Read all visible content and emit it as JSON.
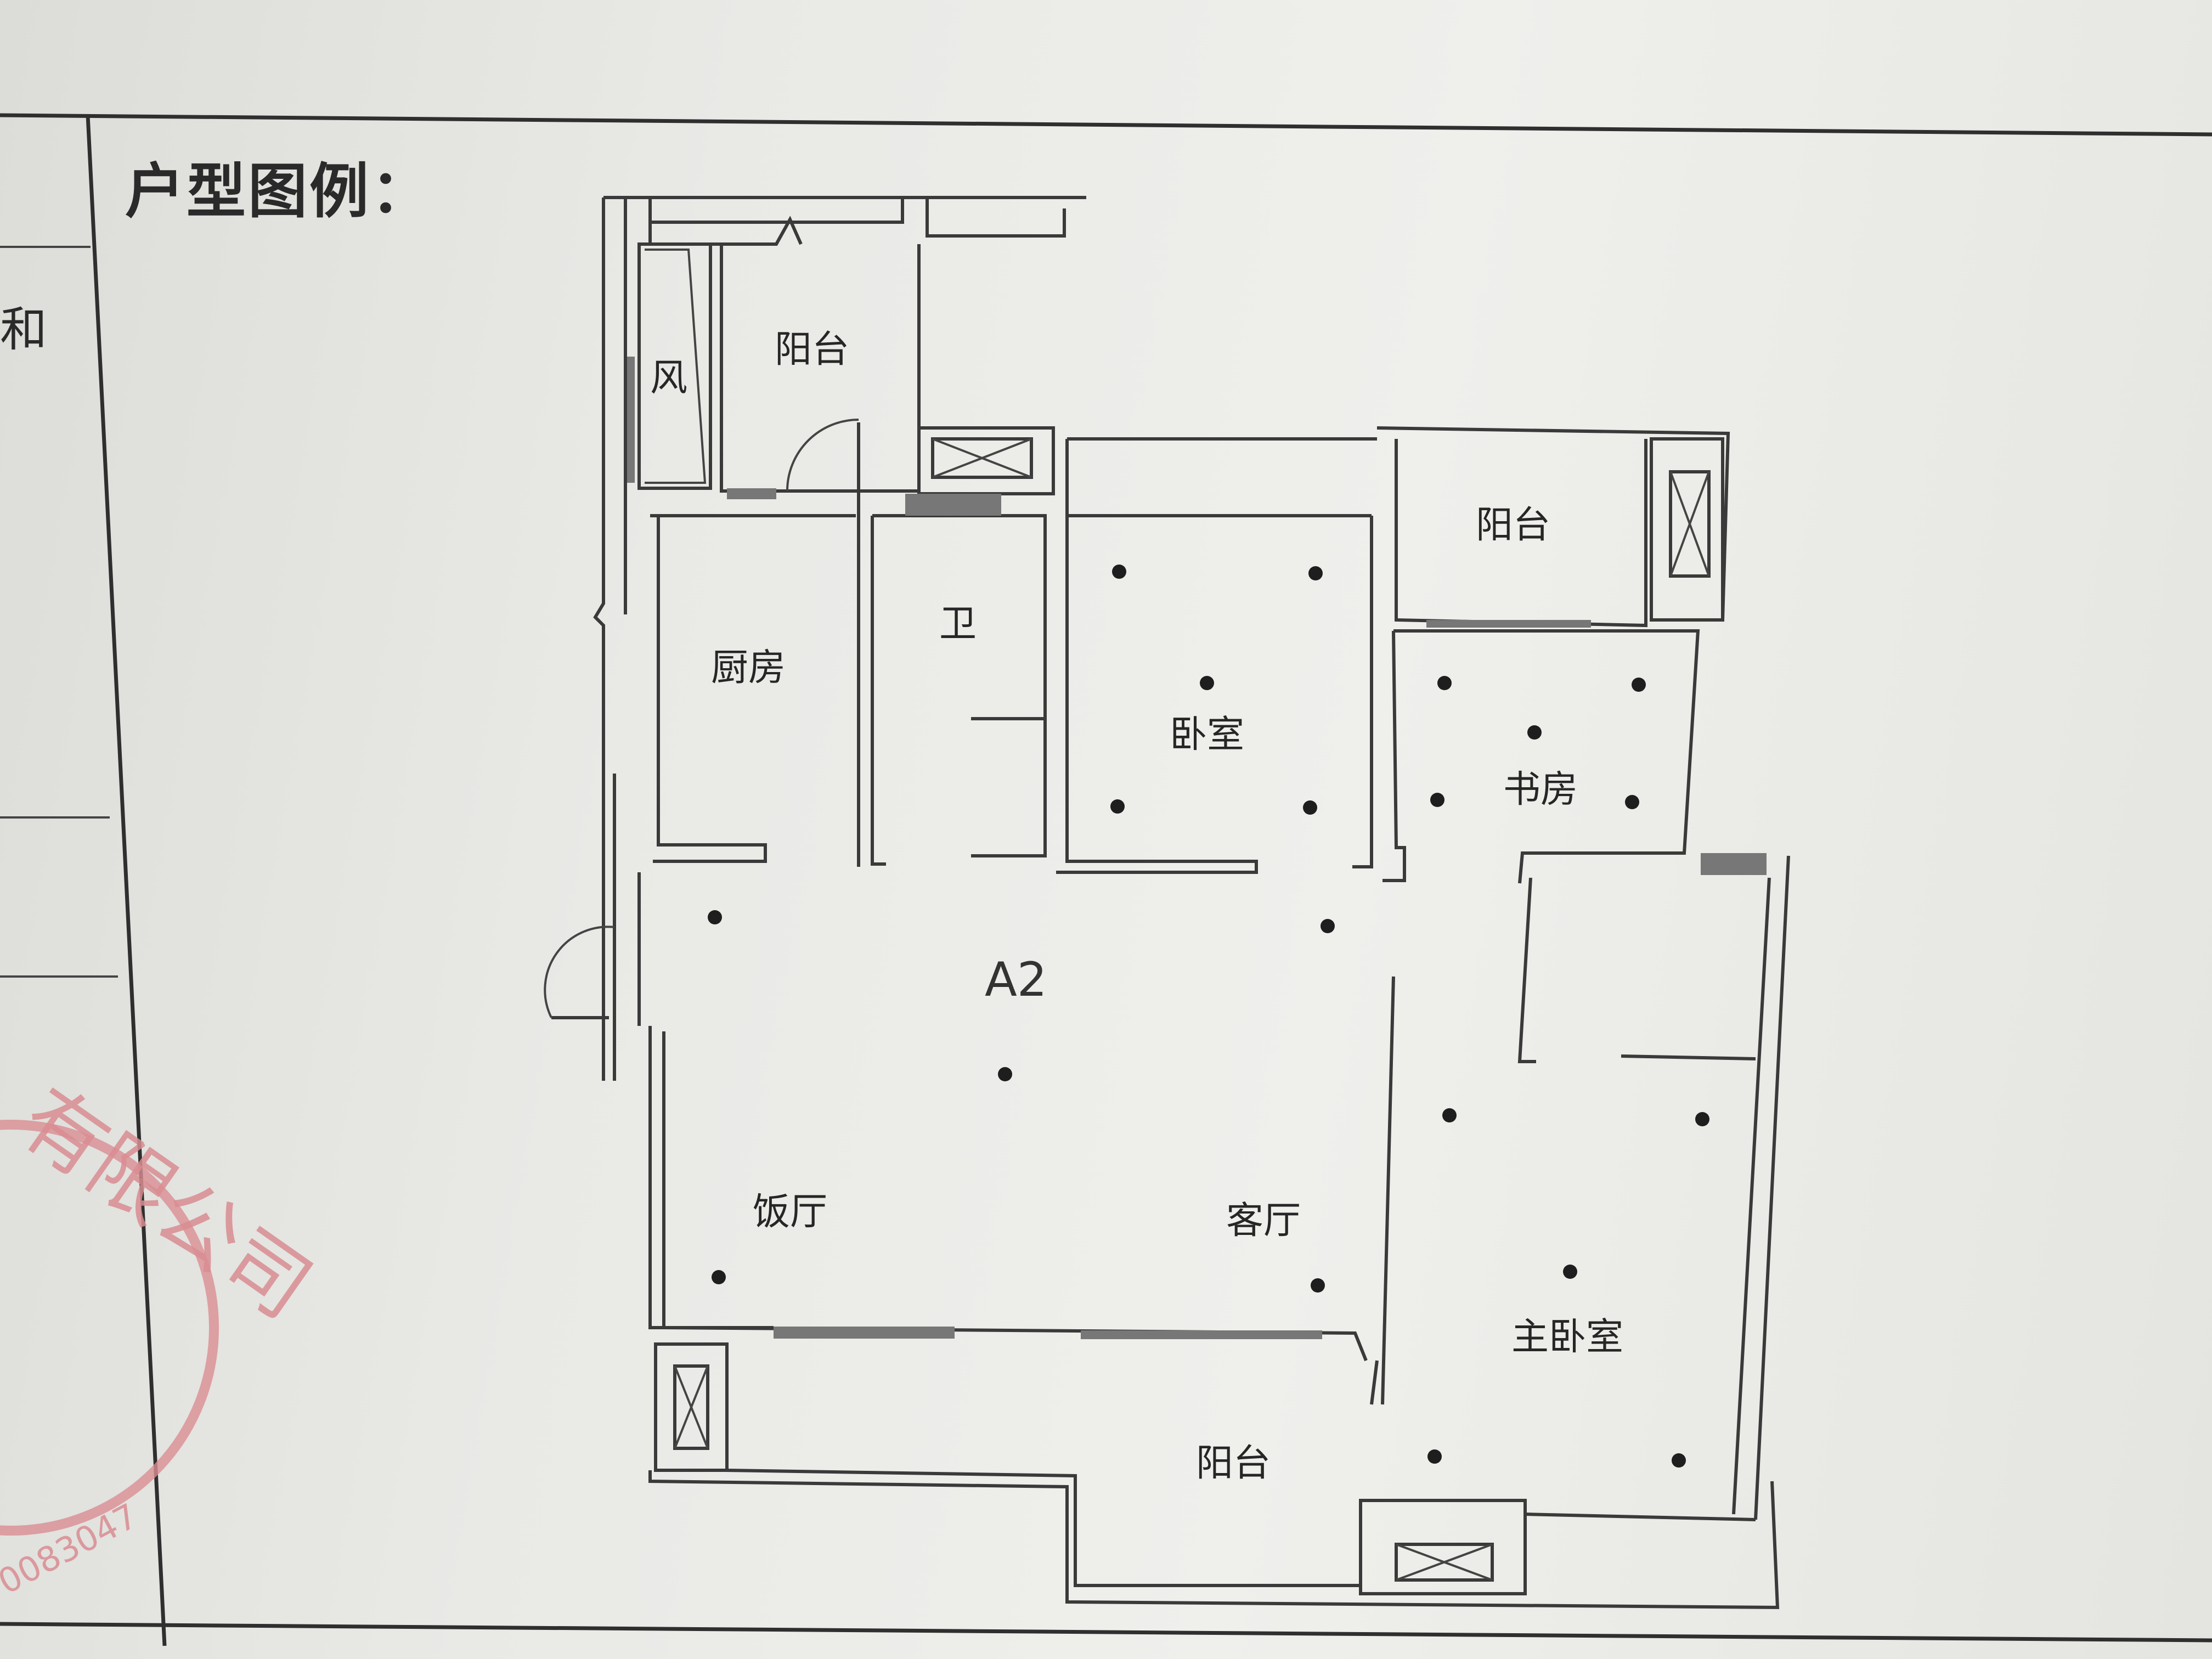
{
  "legend": {
    "title": "户型图例："
  },
  "left_table": {
    "fragment": "和"
  },
  "plan": {
    "unit_label": "A2",
    "rooms": {
      "wind_shaft": "风",
      "balcony_top_left": "阳台",
      "kitchen": "厨房",
      "bathroom": "卫",
      "bedroom": "卧室",
      "balcony_top_right": "阳台",
      "study": "书房",
      "dining_room": "饭厅",
      "living_room": "客厅",
      "master_bedroom": "主卧室",
      "balcony_bottom": "阳台"
    }
  },
  "stamp": {
    "text_arc": "有限公司",
    "number": "0083047"
  }
}
